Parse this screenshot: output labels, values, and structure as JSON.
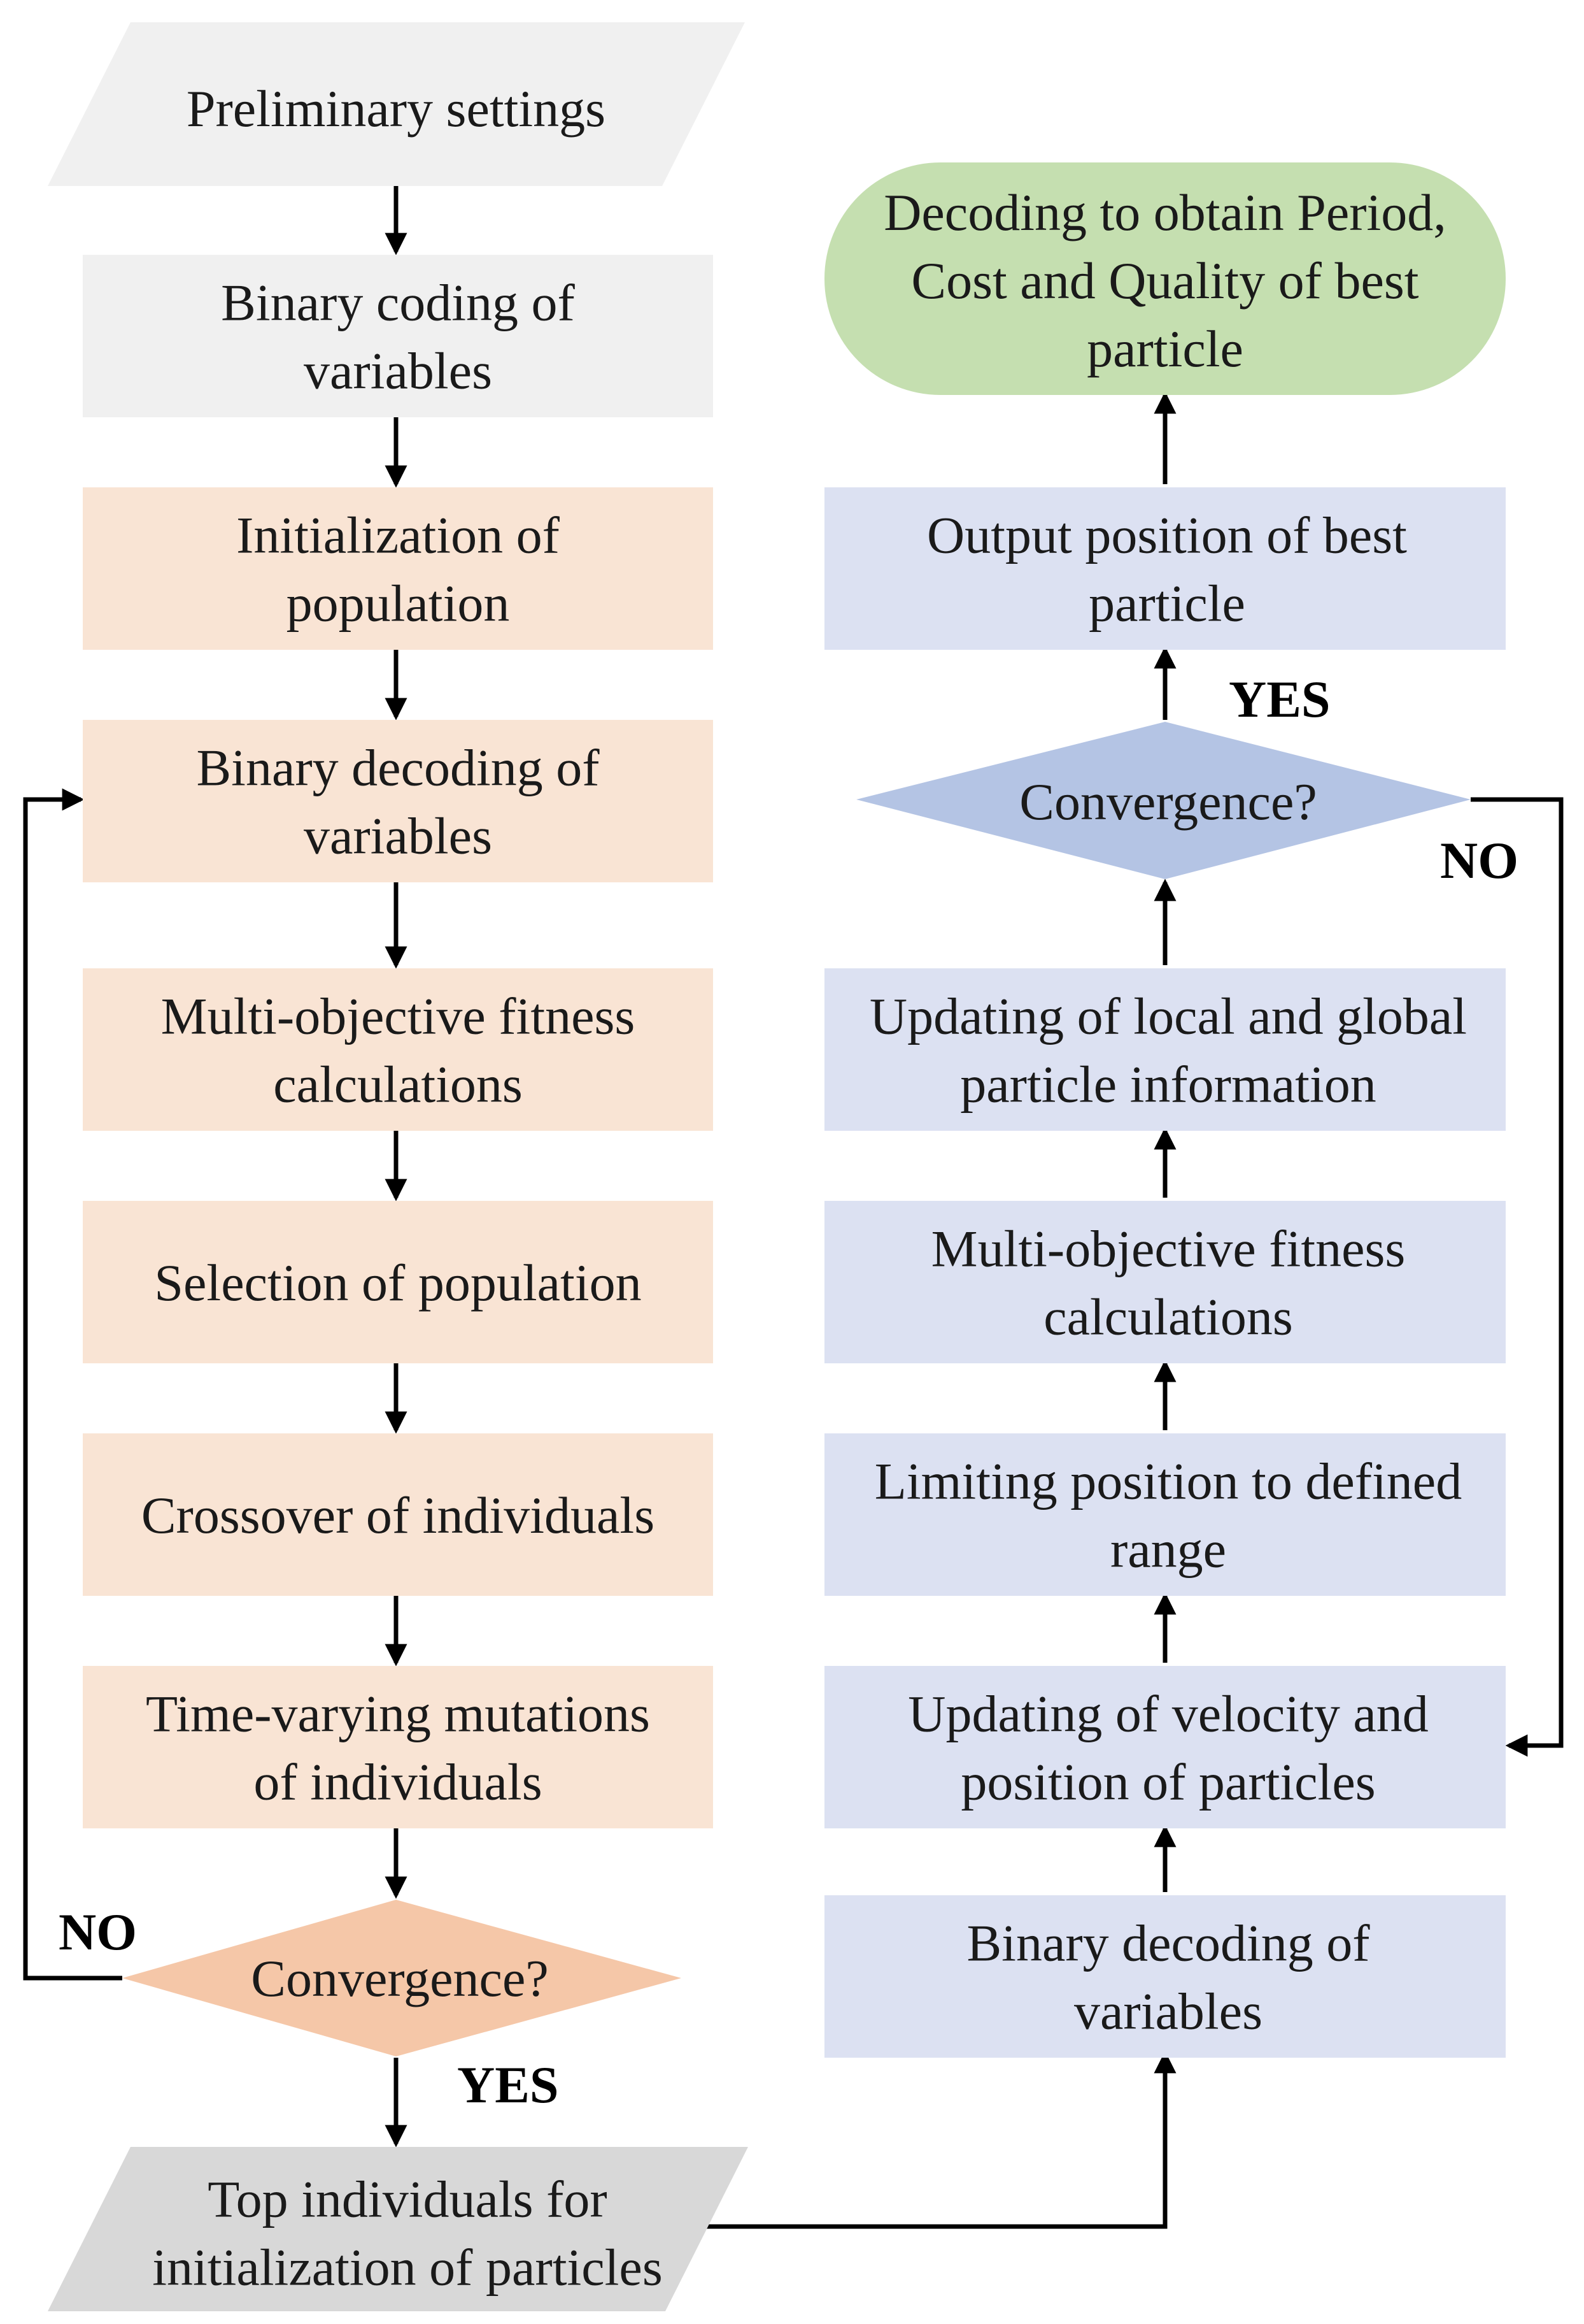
{
  "colors": {
    "start_fill": "#f0f0f0",
    "ga_fill": "#f9e4d4",
    "ga_decision_fill": "#f5c7a8",
    "pso_fill": "#dce1f2",
    "pso_decision_fill": "#b4c4e4",
    "handoff_fill": "#d8d8d8",
    "end_fill": "#c5dfb0",
    "line": "#000000",
    "text": "#1a1a1a"
  },
  "nodes": {
    "preliminary": {
      "lines": [
        "Preliminary settings"
      ]
    },
    "binary_coding": {
      "lines": [
        "Binary coding of",
        "variables"
      ]
    },
    "init_population": {
      "lines": [
        "Initialization of",
        "population"
      ]
    },
    "ga_binary_decoding": {
      "lines": [
        "Binary decoding of",
        "variables"
      ]
    },
    "ga_fitness": {
      "lines": [
        "Multi-objective fitness",
        "calculations"
      ]
    },
    "selection": {
      "lines": [
        "Selection of population"
      ]
    },
    "crossover": {
      "lines": [
        "Crossover of individuals"
      ]
    },
    "mutation": {
      "lines": [
        "Time-varying mutations",
        "of individuals"
      ]
    },
    "ga_convergence": {
      "lines": [
        "Convergence?"
      ]
    },
    "top_individuals": {
      "lines": [
        "Top individuals for",
        "initialization of particles"
      ]
    },
    "pso_binary_decoding": {
      "lines": [
        "Binary decoding of",
        "variables"
      ]
    },
    "update_velocity": {
      "lines": [
        "Updating of velocity and",
        "position of particles"
      ]
    },
    "limit_position": {
      "lines": [
        "Limiting position to defined",
        "range"
      ]
    },
    "pso_fitness": {
      "lines": [
        "Multi-objective fitness",
        "calculations"
      ]
    },
    "update_local_global": {
      "lines": [
        "Updating of local and global",
        "particle information"
      ]
    },
    "pso_convergence": {
      "lines": [
        "Convergence?"
      ]
    },
    "output_best": {
      "lines": [
        "Output position of best",
        "particle"
      ]
    },
    "decoding_result": {
      "lines": [
        "Decoding to obtain Period,",
        "Cost and Quality of best",
        "particle"
      ]
    }
  },
  "edge_labels": {
    "ga_no": "NO",
    "ga_yes": "YES",
    "pso_no": "NO",
    "pso_yes": "YES"
  }
}
